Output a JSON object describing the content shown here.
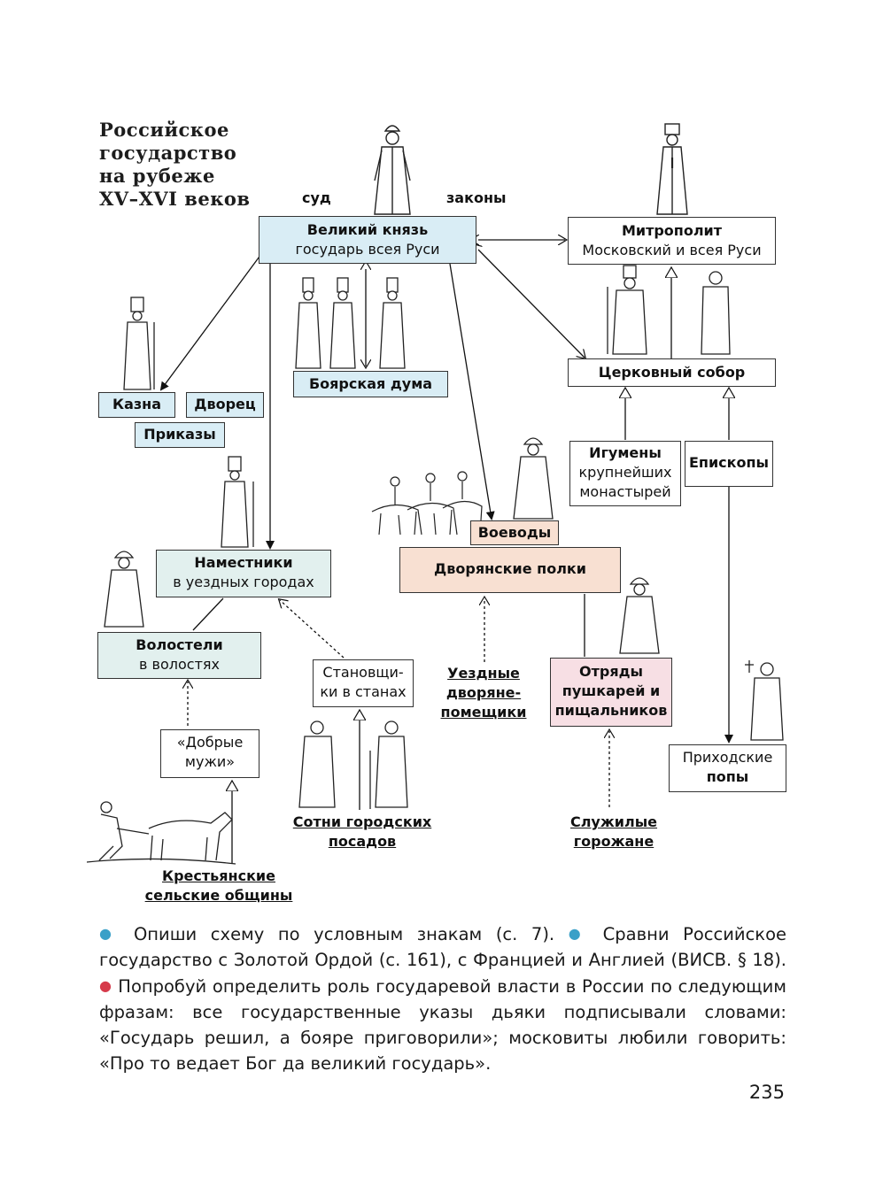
{
  "title_lines": [
    "Российское",
    "государство",
    "на рубеже",
    "XV–XVI веков"
  ],
  "labels": {
    "sud": "суд",
    "zakony": "законы"
  },
  "nodes": {
    "grand_prince": {
      "title": "Великий князь",
      "sub": "государь всея Руси"
    },
    "metropolitan": {
      "title": "Митрополит",
      "sub": "Московский и всея Руси"
    },
    "boyar_duma": {
      "title": "Боярская дума"
    },
    "church_council": {
      "title": "Церковный собор"
    },
    "kazna": {
      "title": "Казна"
    },
    "dvorets": {
      "title": "Дворец"
    },
    "prikazy": {
      "title": "Приказы"
    },
    "igumeny": {
      "title": "Игумены",
      "sub1": "крупнейших",
      "sub2": "монастырей"
    },
    "episkopy": {
      "title": "Епископы"
    },
    "namestniki": {
      "title": "Наместники",
      "sub": "в уездных городах"
    },
    "voevody": {
      "title": "Воеводы"
    },
    "dvoryanskie_polki": {
      "title": "Дворянские полки"
    },
    "volosteli": {
      "title": "Волостели",
      "sub": "в волостях"
    },
    "stanovshchiki": {
      "line1": "Становщи-",
      "line2": "ки в станах"
    },
    "otryady": {
      "line1": "Отряды",
      "line2": "пушкарей и",
      "line3": "пищальников"
    },
    "dobrye_muzhi": {
      "line1": "«Добрые",
      "line2": "мужи»"
    },
    "prikhodskie_popy": {
      "line1": "Приходские",
      "line2": "попы"
    }
  },
  "underlined": {
    "uezdnye": [
      "Уездные",
      "дворяне-",
      "помещики"
    ],
    "sotni": [
      "Сотни городских",
      "посадов"
    ],
    "sluzhilye": [
      "Служилые",
      "горожане"
    ],
    "krestyanskie": [
      "Крестьянские",
      "сельские общины"
    ]
  },
  "footer": {
    "q1": "Опиши схему по условным знакам (с. 7).",
    "q2": "Сравни Российское государство с Золотой Ордой (с. 161), с Францией и Англией (ВИСВ. § 18).",
    "q3": "Попробуй определить роль государевой власти в России по следующим фразам: все государственные указы дьяки подписывали словами: «Государь решил, а бояре приговорили»; московиты любили говорить: «Про то ведает Бог да великий государь»."
  },
  "page_number": "235",
  "colors": {
    "blue_fill": "#d9edf5",
    "green_fill": "#e2f0ee",
    "peach_fill": "#f8e0d2",
    "pink_fill": "#f7dfe4",
    "bullet_blue": "#3aa0c8",
    "bullet_red": "#d63a4a"
  }
}
